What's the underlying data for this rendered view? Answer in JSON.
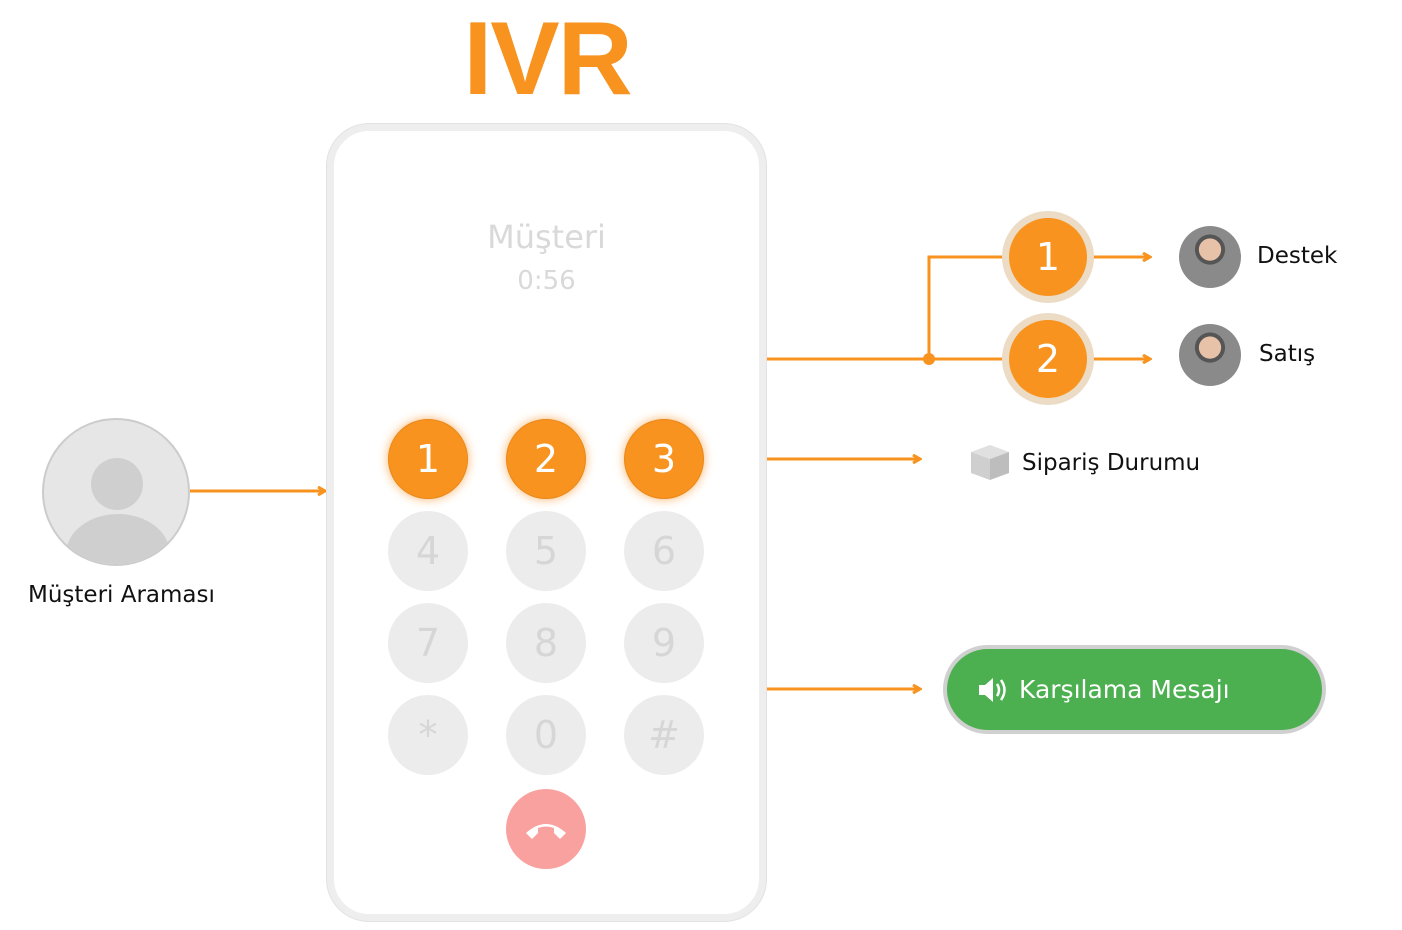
{
  "title": "IVR",
  "caller": {
    "label": "Müşteri Araması"
  },
  "phone": {
    "name": "Müşteri",
    "duration": "0:56",
    "keys": [
      "1",
      "2",
      "3",
      "4",
      "5",
      "6",
      "7",
      "8",
      "9",
      "*",
      "0",
      "#"
    ]
  },
  "menu": {
    "options": [
      {
        "key": "1",
        "label": "Destek"
      },
      {
        "key": "2",
        "label": "Satış"
      }
    ],
    "order_status": "Sipariş Durumu",
    "welcome": "Karşılama Mesajı"
  },
  "colors": {
    "accent": "#F7931E",
    "green": "#4CAF50",
    "hangup": "#F9A19E"
  }
}
